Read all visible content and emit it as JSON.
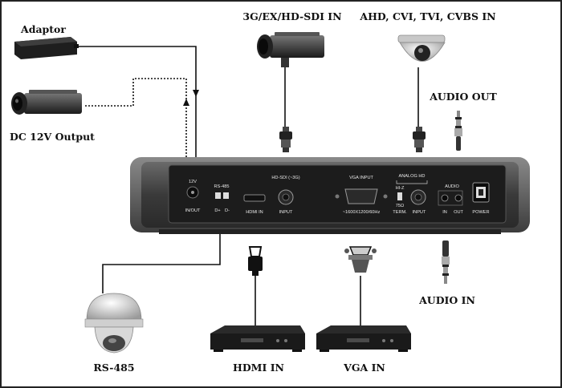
{
  "labels": {
    "adaptor": "Adaptor",
    "dc12v": "DC 12V Output",
    "sdi_in": "3G/EX/HD-SDI IN",
    "analog_in": "AHD, CVI, TVI, CVBS IN",
    "audio_out": "AUDIO OUT",
    "audio_in": "AUDIO IN",
    "rs485": "RS-485",
    "hdmi_in": "HDMI IN",
    "vga_in": "VGA IN"
  },
  "panel": {
    "p12v": "12V",
    "inout": "IN/OUT",
    "rs485": "RS-485",
    "dplus": "D+",
    "dminus": "D-",
    "hdmiin": "HDMI IN",
    "hdsdi": "HD-SDI (~3G)",
    "input1": "INPUT",
    "vgainput": "VGA INPUT",
    "vgares": "~1600X1200/60Hz",
    "analoghd": "ANALOG HD",
    "hiz": "HI-Z",
    "ohm": "75Ω",
    "term": "TERM.",
    "input2": "INPUT",
    "audio": "AUDIO",
    "ain": "IN",
    "aout": "OUT",
    "power": "POWER"
  }
}
